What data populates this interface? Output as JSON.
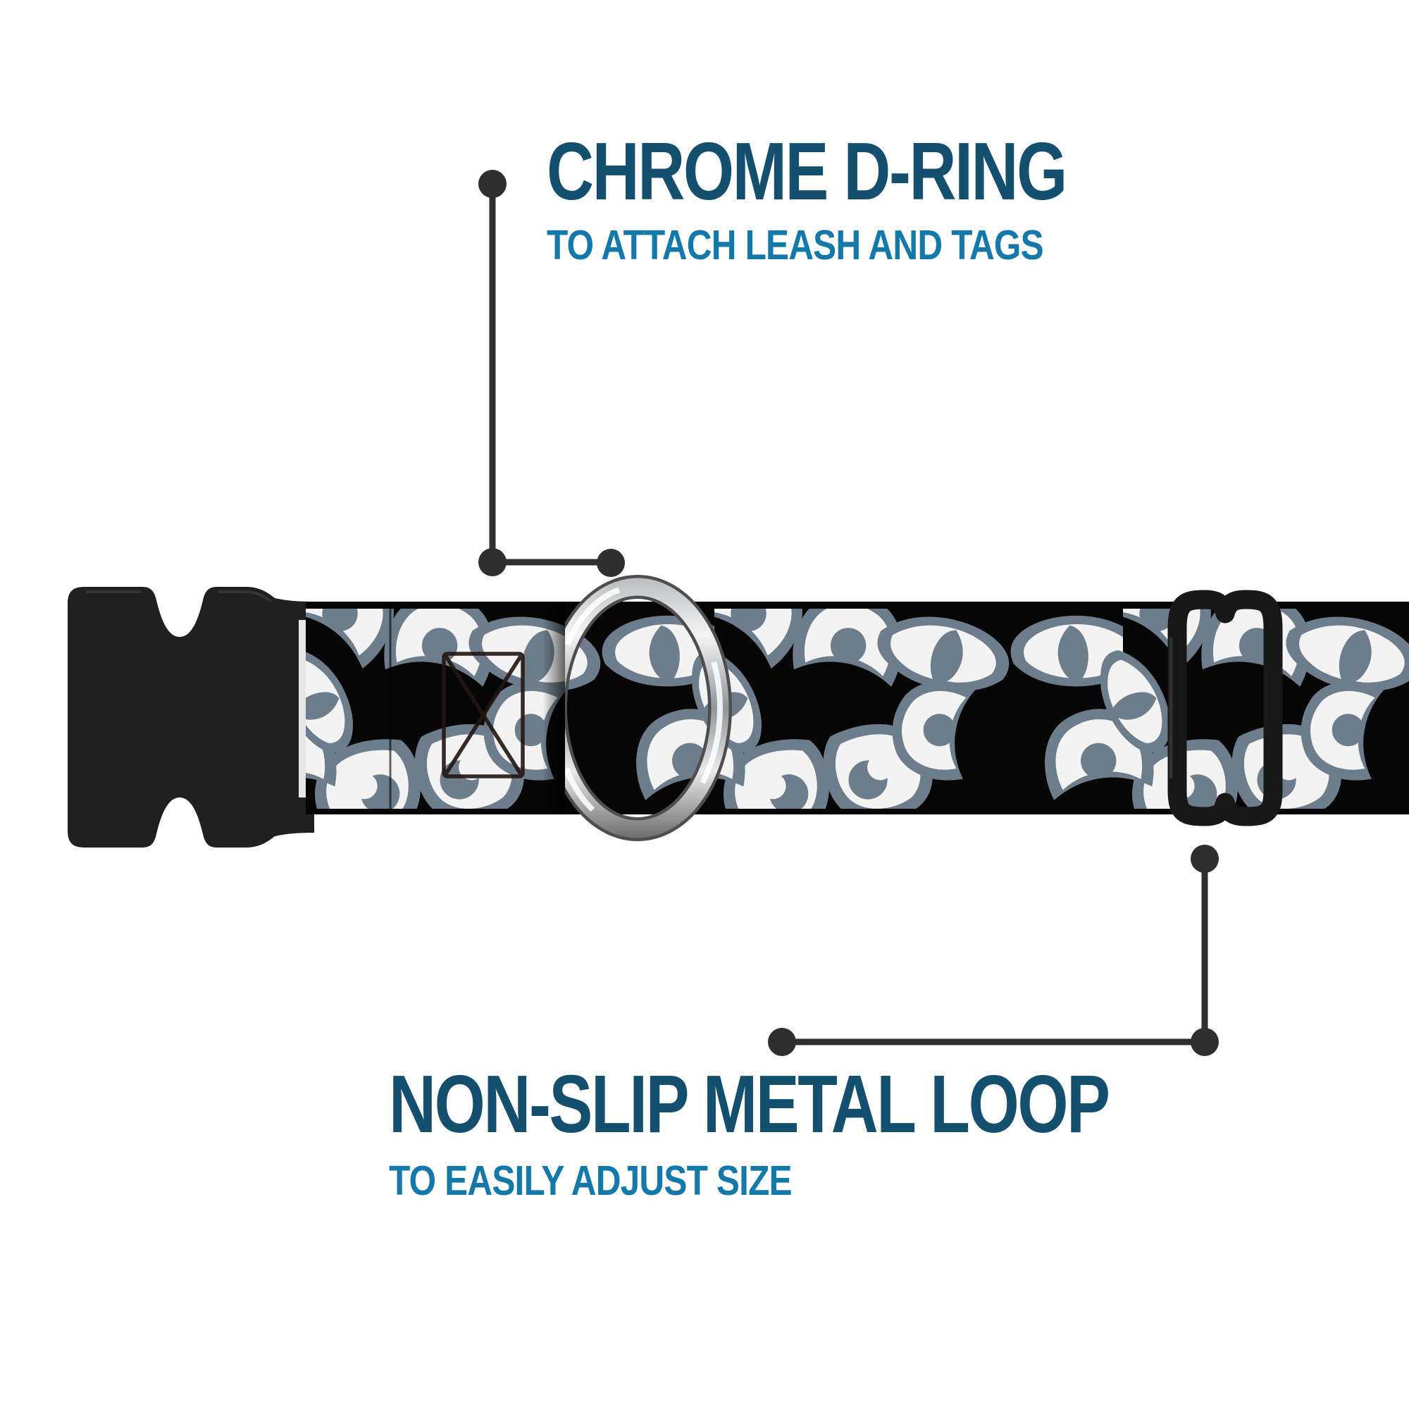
{
  "callouts": {
    "dring": {
      "title": "CHROME D-RING",
      "subtitle": "TO ATTACH LEASH AND TAGS"
    },
    "loop": {
      "title": "NON-SLIP METAL LOOP",
      "subtitle": "TO EASILY ADJUST SIZE"
    }
  },
  "colors": {
    "title_text": "#14506e",
    "subtitle_text": "#1478a8",
    "connector": "#2f2f2f",
    "strap_black": "#060606",
    "eye_outline_slate": "#6e7d8b",
    "eye_white": "#f3f3f3",
    "buckle_black": "#202020",
    "slider_black": "#181818",
    "chrome_light": "#f5f5f5",
    "chrome_dark": "#6d6d6d",
    "background": "#ffffff"
  },
  "parts": {
    "buckle": "black-plastic-side-release-buckle",
    "dring": "chrome-d-ring",
    "slider": "black-metal-adjuster-loop",
    "strap": "spooky-eyes-pattern-webbing"
  }
}
